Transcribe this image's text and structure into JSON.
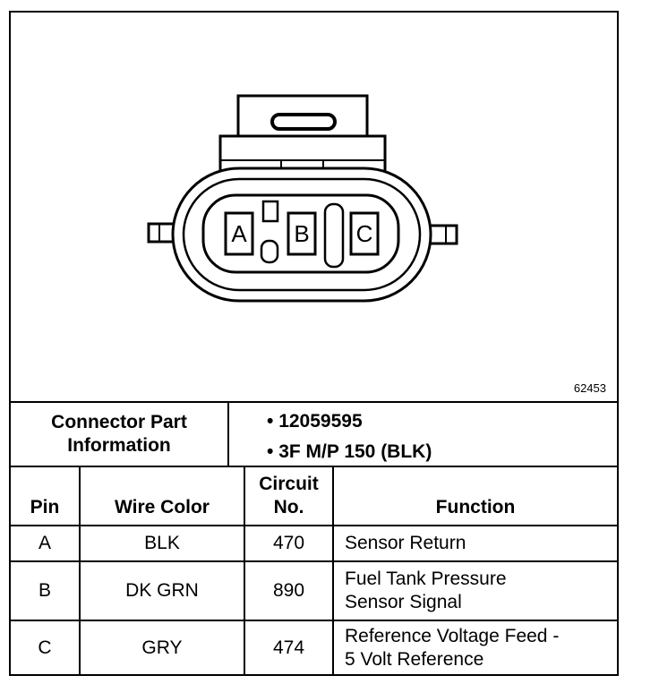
{
  "figure_id": "62453",
  "connector": {
    "pins": [
      {
        "label": "A"
      },
      {
        "label": "B"
      },
      {
        "label": "C"
      }
    ]
  },
  "part_info": {
    "label_line1": "Connector Part",
    "label_line2": "Information",
    "items": [
      "12059595",
      "3F M/P 150 (BLK)"
    ]
  },
  "table": {
    "headers": {
      "pin": "Pin",
      "wire_color": "Wire Color",
      "circuit_line1": "Circuit",
      "circuit_line2": "No.",
      "function": "Function"
    },
    "rows": [
      {
        "pin": "A",
        "wire_color": "BLK",
        "circuit": "470",
        "function_line1": "Sensor Return",
        "function_line2": ""
      },
      {
        "pin": "B",
        "wire_color": "DK GRN",
        "circuit": "890",
        "function_line1": "Fuel Tank Pressure",
        "function_line2": "Sensor Signal"
      },
      {
        "pin": "C",
        "wire_color": "GRY",
        "circuit": "474",
        "function_line1": "Reference Voltage Feed -",
        "function_line2": "5 Volt Reference"
      }
    ]
  }
}
